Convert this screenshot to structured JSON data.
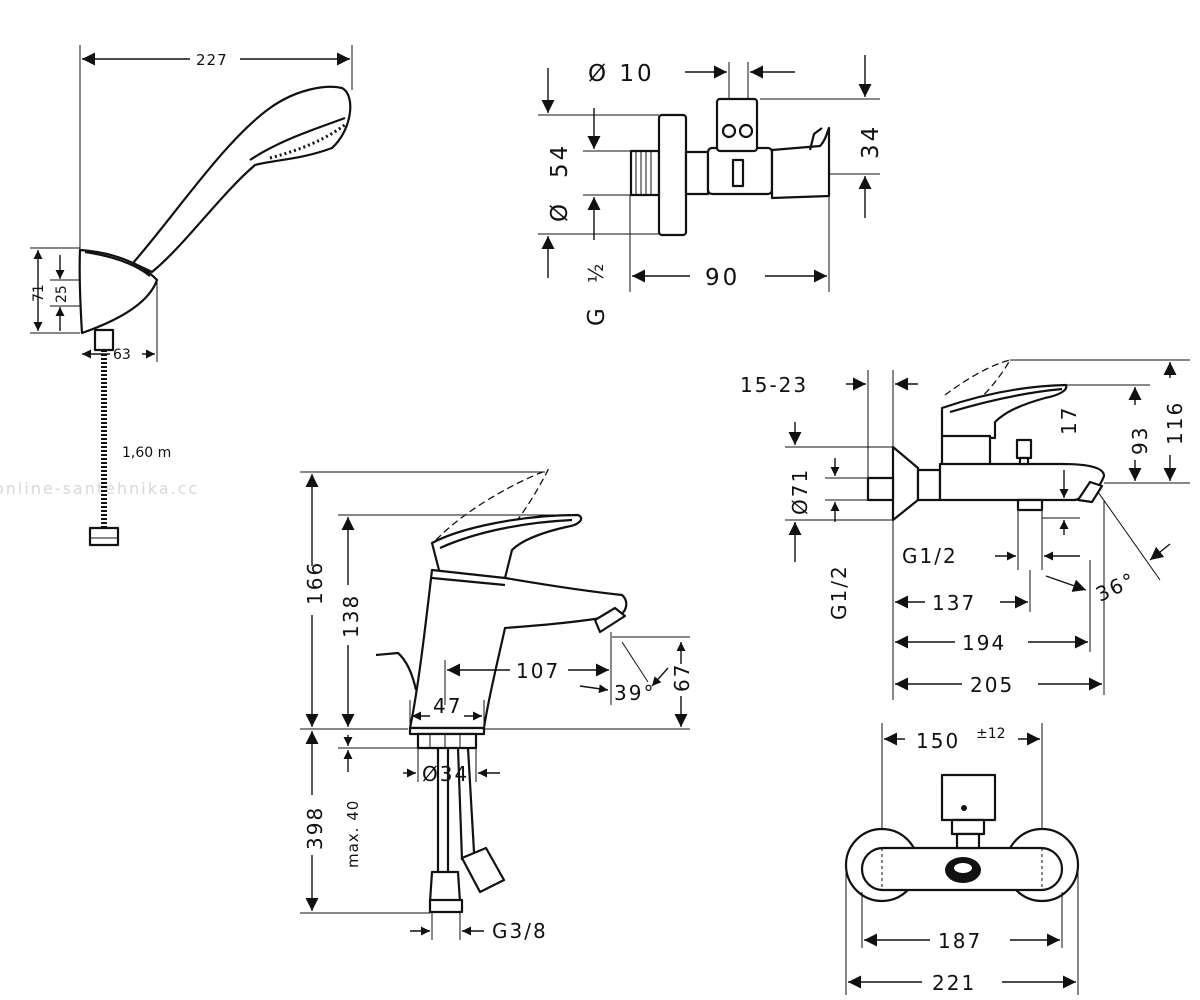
{
  "hand_shower": {
    "dim_length": "227",
    "dim_holder_height": "71",
    "dim_holder_inner": "25",
    "dim_holder_width": "63",
    "hose_length": "1,60 m"
  },
  "watermark": "online-santehnika.cc",
  "angle_valve": {
    "dim_diameter_10": "Ø 10",
    "dim_54": "54",
    "dim_diameter": "Ø",
    "dim_34": "34",
    "dim_90": "90",
    "thread_g": "G",
    "thread_half": "½"
  },
  "basin_mixer": {
    "dim_166": "166",
    "dim_138": "138",
    "dim_107": "107",
    "dim_47": "47",
    "dim_angle": "39°",
    "dim_67": "67",
    "dim_398": "398",
    "dim_max40": "max. 40",
    "dim_d34": "Ø34",
    "dim_g38": "G3/8"
  },
  "bath_mixer": {
    "dim_15_23": "15-23",
    "dim_17": "17",
    "dim_93": "93",
    "dim_116": "116",
    "dim_d71": "Ø71",
    "dim_g12_left": "G1/2",
    "dim_g12_outlet": "G1/2",
    "dim_angle": "36°",
    "dim_137": "137",
    "dim_194": "194",
    "dim_205": "205"
  },
  "bath_mixer_top": {
    "dim_150": "150",
    "dim_tolerance": "±12",
    "dim_187": "187",
    "dim_221": "221"
  }
}
